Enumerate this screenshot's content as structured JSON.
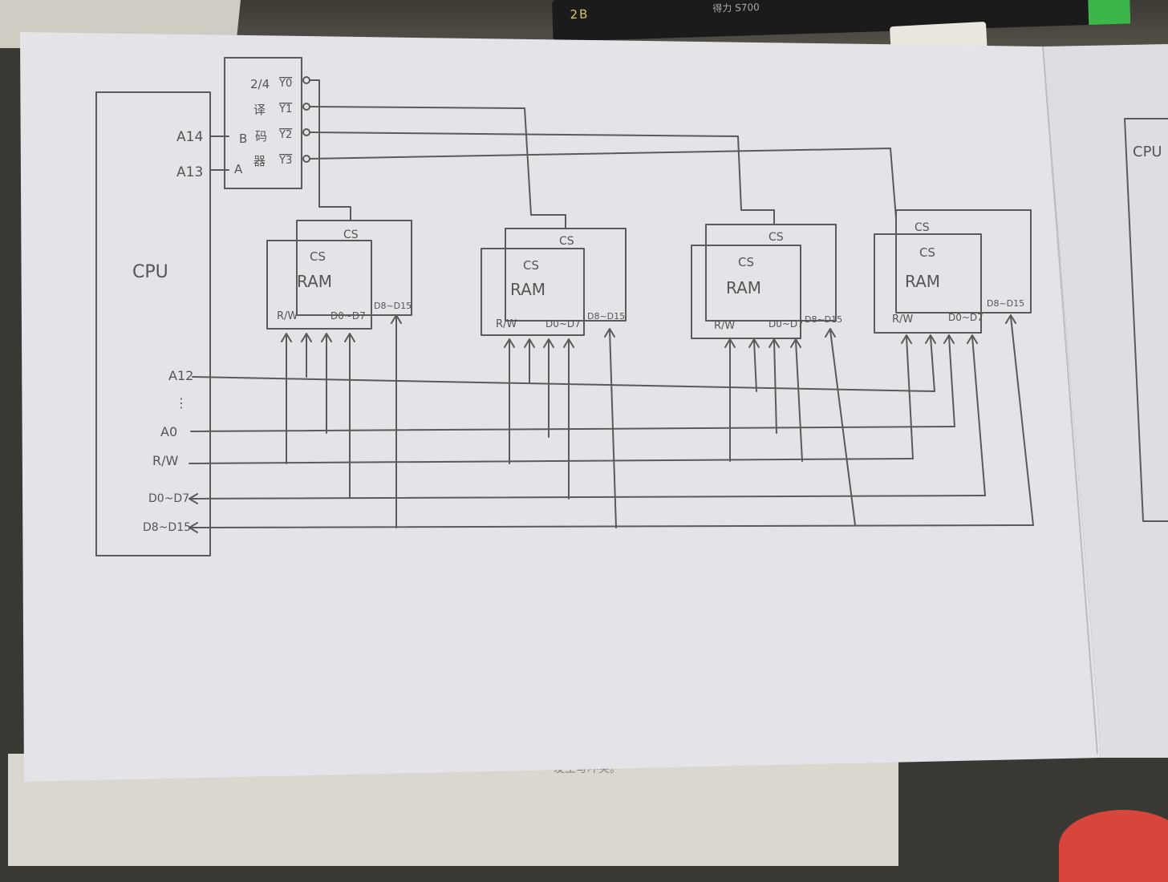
{
  "cpu": {
    "label": "CPU"
  },
  "cpu_pins": {
    "a14": "A14",
    "a13": "A13",
    "a12": "A12",
    "a0": "A0",
    "rw": "R/W",
    "d0_d7": "D0~D7",
    "d8_d15": "D8~D15"
  },
  "decoder": {
    "name_lines": [
      "2/4",
      "译",
      "码",
      "器"
    ],
    "inputs": [
      "B",
      "A"
    ],
    "outputs": [
      "Y0",
      "Y1",
      "Y2",
      "Y3"
    ]
  },
  "ram_chips": [
    {
      "back_label": "CS",
      "cs": "CS",
      "label": "RAM",
      "rw": "R/W",
      "data_low": "D0~D7",
      "data_high": "D8~D15"
    },
    {
      "back_label": "CS",
      "cs": "CS",
      "label": "RAM",
      "rw": "R/W",
      "data_low": "D0~D7",
      "data_high": "D8~D15"
    },
    {
      "back_label": "CS",
      "cs": "CS",
      "label": "RAM",
      "rw": "R/W",
      "data_low": "D0~D7",
      "data_high": "D8~D15"
    },
    {
      "back_label": "CS",
      "cs": "CS",
      "label": "RAM",
      "rw": "R/W",
      "data_low": "D0~D7",
      "data_high": "D8~D15"
    }
  ],
  "second_page": {
    "label": "CPU"
  },
  "background": {
    "pencil_brand": "2B",
    "pencil_text": "得力 S700",
    "under_text": "发生写冲突。"
  }
}
